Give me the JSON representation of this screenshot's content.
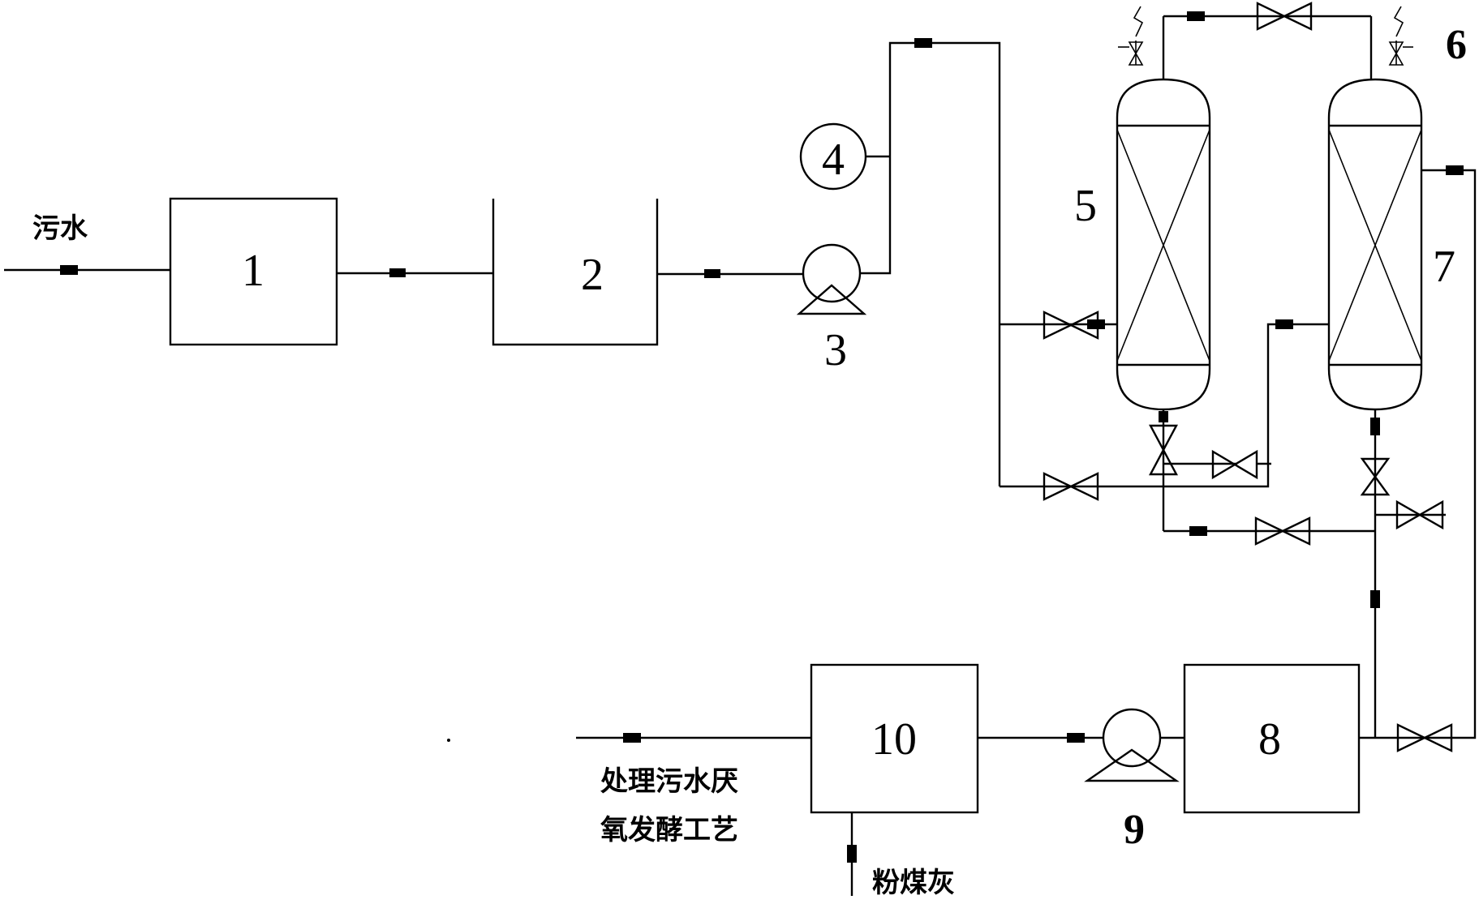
{
  "labels": {
    "inlet": "污水",
    "outlet_line1": "处理污水厌",
    "outlet_line2": "氧发酵工艺",
    "flyash": "粉煤灰"
  },
  "units": {
    "u1": "1",
    "u2": "2",
    "u3": "3",
    "u4": "4",
    "u5": "5",
    "u6": "6",
    "u7": "7",
    "u8": "8",
    "u9": "9",
    "u10": "10"
  }
}
